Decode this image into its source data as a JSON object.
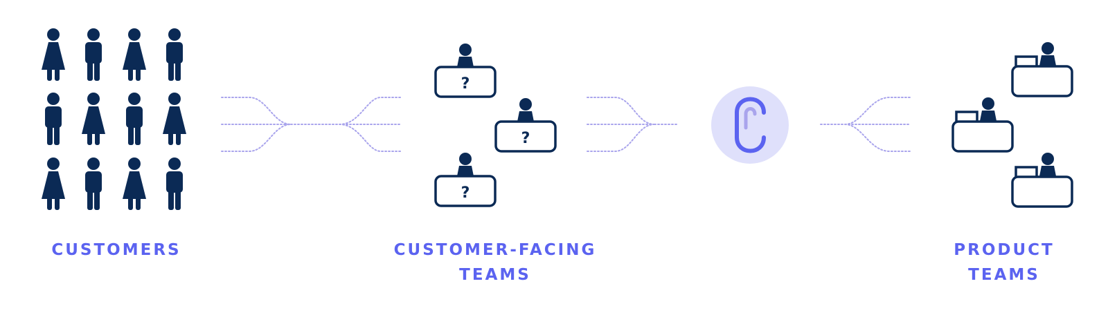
{
  "colors": {
    "icon": "#0b2a55",
    "accent": "#5b63f0",
    "connector": "#a9a4ec",
    "logo_bg": "#dfe0fb"
  },
  "icons": {
    "customer": "person-icon",
    "support_desk": "help-desk-icon",
    "product_desk": "desk-with-monitor-icon",
    "logo": "product-logo-icon"
  },
  "labels": {
    "customers": "CUSTOMERS",
    "customer_facing_line1": "CUSTOMER-FACING",
    "customer_facing_line2": "TEAMS",
    "product_line1": "PRODUCT",
    "product_line2": "TEAMS"
  },
  "desk_mark": "?"
}
